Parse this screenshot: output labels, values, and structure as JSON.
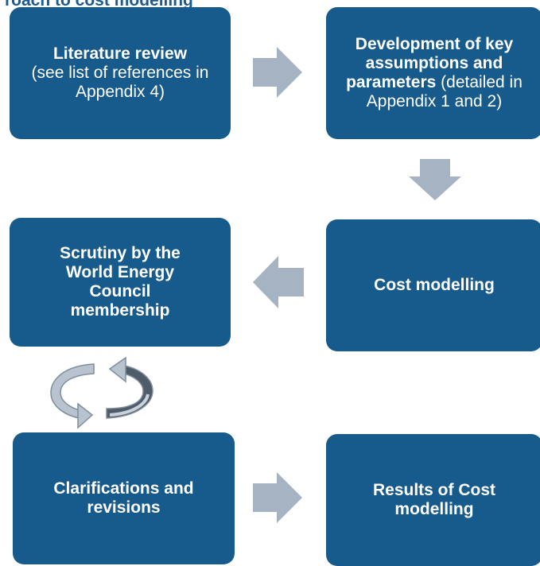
{
  "title": "roach to cost modelling",
  "boxes": {
    "literature_review": {
      "bold": "Literature review",
      "normal": "(see list of references in Appendix 4)"
    },
    "development": {
      "bold": "Development of key assumptions and parameters",
      "normal": "(detailed in Appendix 1 and 2)"
    },
    "cost_modelling": {
      "bold": "Cost modelling"
    },
    "scrutiny": {
      "bold": "Scrutiny by the World Energy Council membership"
    },
    "clarifications": {
      "bold": "Clarifications and revisions"
    },
    "results": {
      "bold": "Results of Cost modelling"
    }
  },
  "colors": {
    "box": "#175a8c",
    "arrow": "#a6b3c2",
    "title": "#1c5a8f"
  }
}
